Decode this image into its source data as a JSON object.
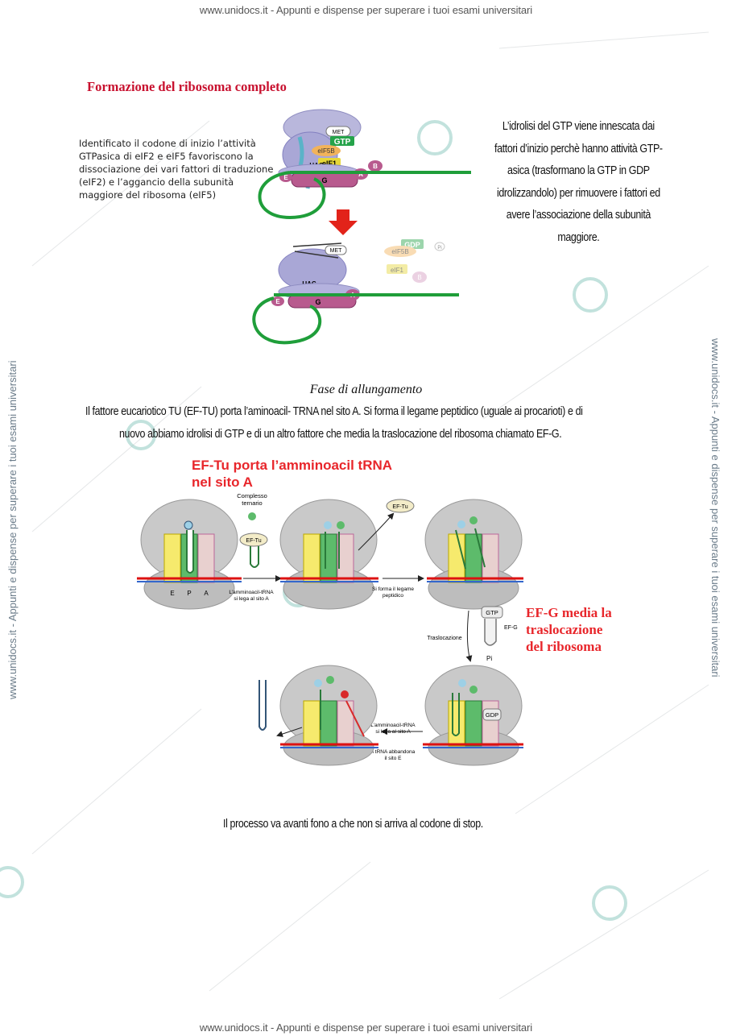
{
  "header": {
    "text": "www.unidocs.it - Appunti e dispense per superare i tuoi esami universitari"
  },
  "footer": {
    "text": "www.unidocs.it - Appunti e dispense per superare i tuoi esami universitari"
  },
  "side_watermark": {
    "text": "www.unidocs.it - Appunti e dispense per superare i tuoi esami universitari"
  },
  "figure1": {
    "title": "Formazione del ribosoma completo",
    "caption": "Identificato il codone di inizio l’attività GTPasica di eIF2 e eIF5 favoriscono la dissociazione dei vari fattori di traduzione (eIF2) e l’aggancio della subunità maggiore del ribosoma (eIF5)",
    "labels": {
      "met": "MET",
      "gtp": "GTP",
      "eif5b": "eIF5B",
      "eif1": "eIF1",
      "uac": "UAC",
      "e": "E",
      "g": "G",
      "a": "A",
      "b": "B",
      "gdp": "GDP",
      "pi": "Pi"
    }
  },
  "gtp_note": "L’idrolisi del GTP viene innescata dai fattori d’inizio perchè hanno attività GTP-asica (trasformano la GTP in GDP idrolizzandolo) per rimuovere i fattori ed avere l’associazione della subunità maggiore.",
  "section": {
    "title": "Fase di allungamento",
    "paragraph_1": "Il fattore eucariotico TU (EF-TU) porta l’aminoacil- TRNA nel sito A. Si forma il legame peptidico (uguale ai procarioti) e di",
    "paragraph_2": "nuovo abbiamo idrolisi di GTP e di un altro fattore che media la traslocazione del ribosoma chiamato EF-G."
  },
  "figure2": {
    "title_line1": "EF-Tu porta l’amminoacil tRNA",
    "title_line2": "nel sito A",
    "efg_line1": "EF-G media la",
    "efg_line2": "traslocazione",
    "efg_line3": "del ribosoma",
    "labels": {
      "complesso": "Complesso",
      "ternario": "ternario",
      "eftu": "EF-Tu",
      "e": "E",
      "p": "P",
      "a": "A",
      "lega1": "L’amminoacil-tRNA",
      "lega2": "si lega al sito A",
      "forma1": "Si forma il legame",
      "forma2": "peptidico",
      "gtp": "GTP",
      "efg": "EF-G",
      "trasloc": "Traslocazione",
      "pi": "Pi",
      "gdp": "GDP",
      "trna1": "Il tRNA abbandona",
      "trna2": "il sito E"
    }
  },
  "closing": "Il processo va avanti fono a che non si arriva al codone di stop."
}
